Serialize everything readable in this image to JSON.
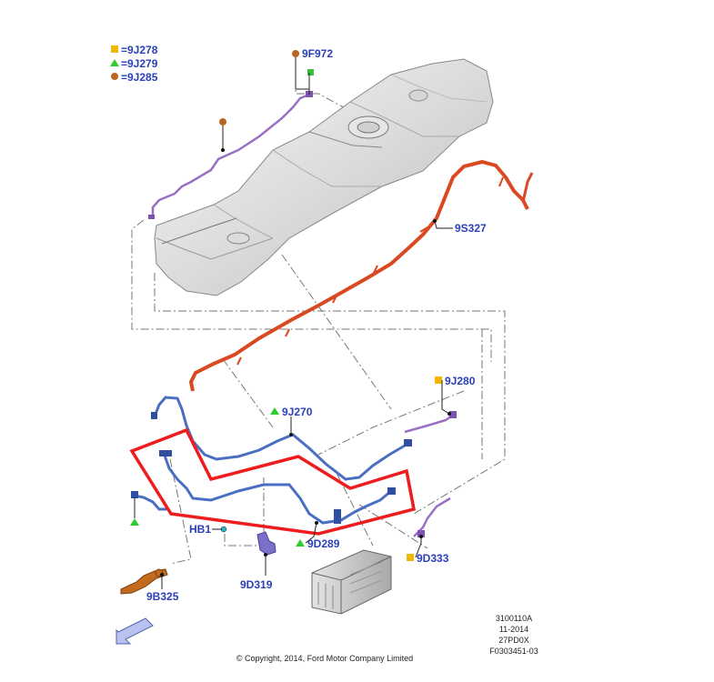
{
  "legend": [
    {
      "marker": "square",
      "color": "#f2b705",
      "text": "=9J278"
    },
    {
      "marker": "triangle",
      "color": "#2ecc2e",
      "text": "=9J279"
    },
    {
      "marker": "circle",
      "color": "#b8671f",
      "text": "=9J285"
    }
  ],
  "labels": {
    "l9f972": "9F972",
    "l9s327": "9S327",
    "l9j280": "9J280",
    "l9j270": "9J270",
    "lhb1": "HB1",
    "l9d289": "9D289",
    "l9d333": "9D333",
    "l9d319": "9D319",
    "l9b325": "9B325"
  },
  "meta": {
    "line1": "3100110A",
    "line2": "11-2014",
    "line3": "27PD0X",
    "line4": "F0303451-03"
  },
  "copyright": "© Copyright, 2014, Ford Motor Company Limited",
  "colors": {
    "fuel_line_red": "#d94a22",
    "brake_line_blue": "#4a6fc2",
    "vapor_line_purple": "#9a6fc6",
    "highlight_red": "#ee1c1c",
    "label_blue": "#2a3fb8"
  }
}
